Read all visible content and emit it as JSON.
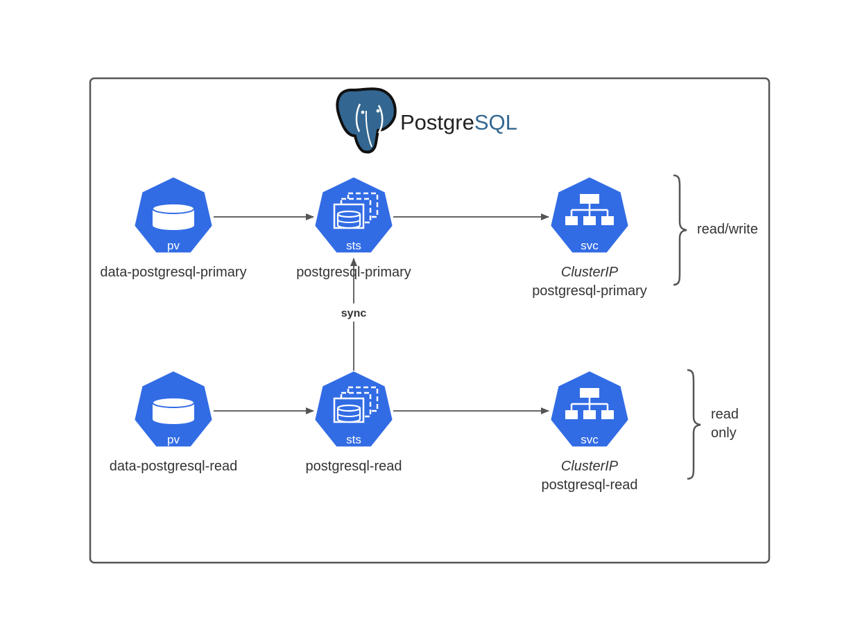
{
  "logo": {
    "text_post": "Postgre",
    "text_sql": "SQL"
  },
  "colors": {
    "k8s_blue": "#326CE5",
    "postgres_blue": "#336791",
    "line_gray": "#666666",
    "text": "#333333"
  },
  "nodes": {
    "pv_primary": {
      "icon": "pv",
      "label": "data-postgresql-primary"
    },
    "sts_primary": {
      "icon": "sts",
      "label": "postgresql-primary"
    },
    "svc_primary": {
      "icon": "svc",
      "type": "ClusterIP",
      "label": "postgresql-primary"
    },
    "pv_read": {
      "icon": "pv",
      "label": "data-postgresql-read"
    },
    "sts_read": {
      "icon": "sts",
      "label": "postgresql-read"
    },
    "svc_read": {
      "icon": "svc",
      "type": "ClusterIP",
      "label": "postgresql-read"
    }
  },
  "edges": {
    "sync_label": "sync"
  },
  "groups": {
    "read_write": "read/write",
    "read_only_line1": "read",
    "read_only_line2": "only"
  }
}
